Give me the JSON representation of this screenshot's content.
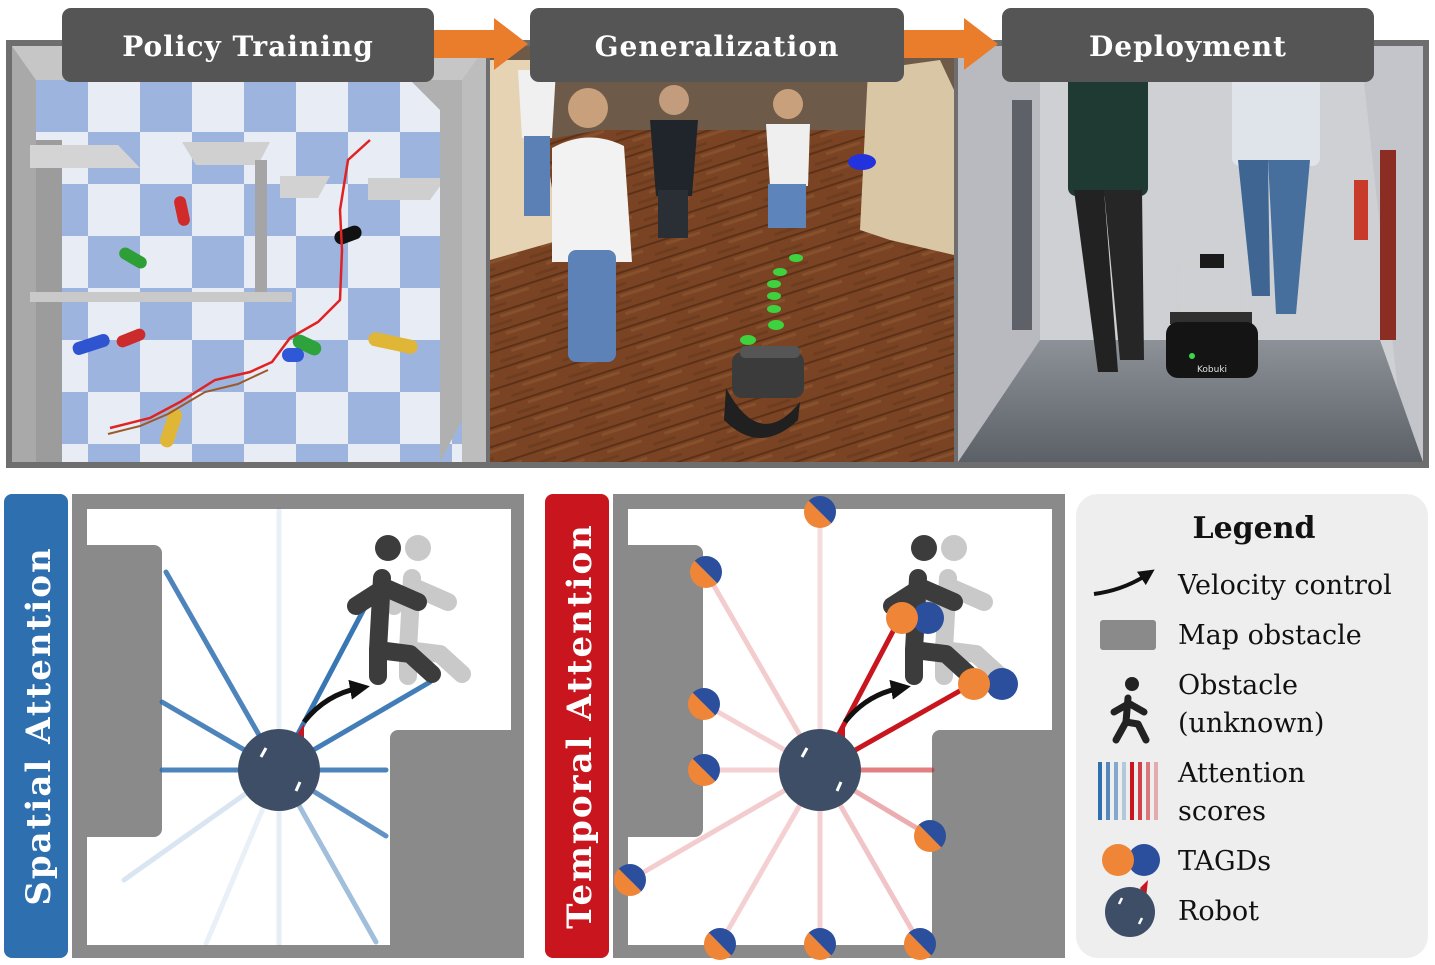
{
  "stages": [
    {
      "label": "Policy Training"
    },
    {
      "label": "Generalization"
    },
    {
      "label": "Deployment"
    }
  ],
  "robot_label": "Kobuki",
  "spatial": {
    "label": "Spatial Attention"
  },
  "temporal": {
    "label": "Temporal Attention"
  },
  "legend": {
    "title": "Legend",
    "items": [
      {
        "label": "Velocity control"
      },
      {
        "label": "Map obstacle"
      },
      {
        "label": "Obstacle",
        "label2": "(unknown)"
      },
      {
        "label": "Attention",
        "label2": "scores"
      },
      {
        "label": "TAGDs"
      },
      {
        "label": "Robot"
      }
    ]
  },
  "colors": {
    "title_bar": "#555555",
    "arrow": "#ea7d2b",
    "spatial_blue": "#2e6fb0",
    "temporal_red": "#c8151e",
    "robot": "#3d4e66",
    "map_obstacle": "#8a8a8a",
    "tagd_orange": "#ef8537",
    "tagd_blue": "#2b4f9c",
    "legend_bg": "#eeeeee"
  }
}
